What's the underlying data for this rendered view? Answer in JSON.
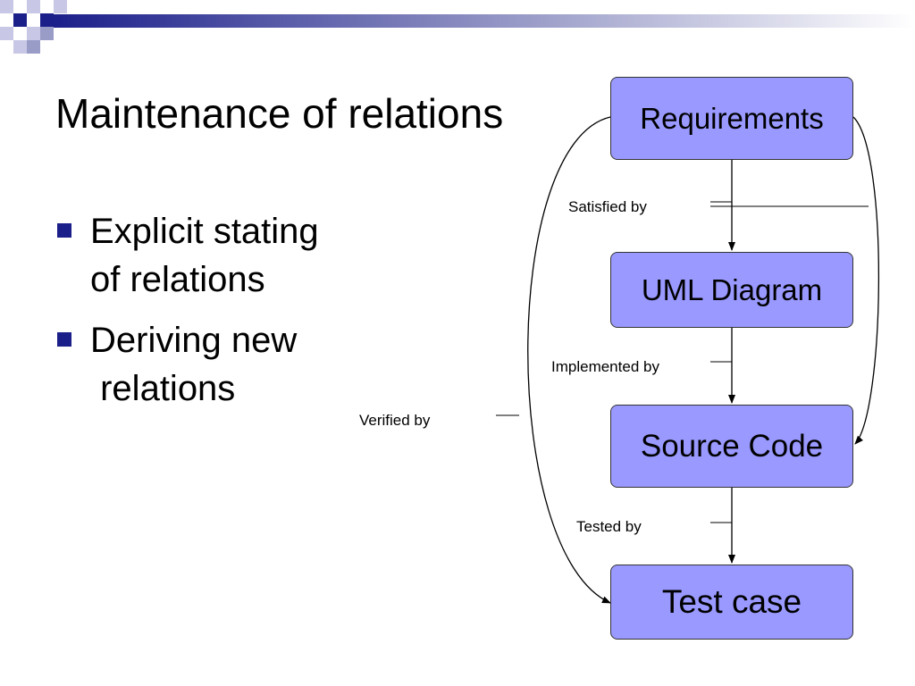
{
  "slide": {
    "title": "Maintenance of relations",
    "bullets": [
      {
        "lines": [
          "Explicit stating",
          "of relations"
        ]
      },
      {
        "lines": [
          "Deriving new",
          " relations"
        ]
      }
    ]
  },
  "diagram": {
    "nodes": [
      {
        "id": "requirements",
        "label": "Requirements"
      },
      {
        "id": "uml",
        "label": "UML Diagram"
      },
      {
        "id": "source",
        "label": "Source Code"
      },
      {
        "id": "test",
        "label": "Test case"
      }
    ],
    "edges": [
      {
        "from": "requirements",
        "to": "uml",
        "label": "Satisfied by"
      },
      {
        "from": "uml",
        "to": "source",
        "label": "Implemented by"
      },
      {
        "from": "source",
        "to": "test",
        "label": "Tested by"
      },
      {
        "from": "requirements",
        "to": "test",
        "label": "Verified by"
      },
      {
        "from": "requirements",
        "to": "source",
        "label": ""
      }
    ]
  },
  "colors": {
    "node_fill": "#9999ff",
    "bullet": "#1b1f8a",
    "header_dark": "#1b1f8a"
  }
}
